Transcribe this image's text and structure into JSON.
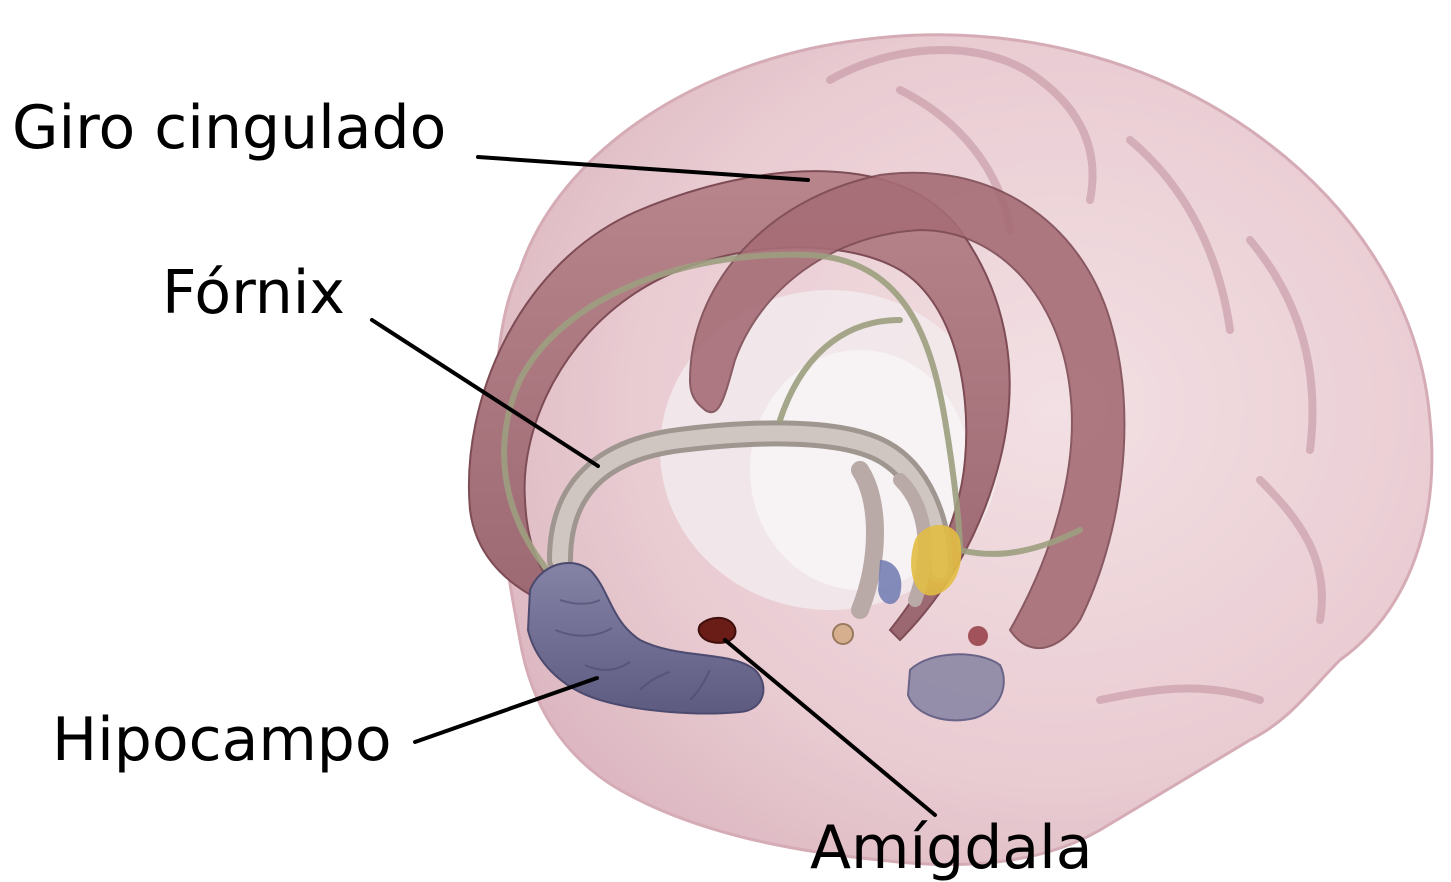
{
  "labels": {
    "cingulate": "Giro cingulado",
    "fornix": "Fórnix",
    "hippocampus": "Hipocampo",
    "amygdala": "Amígdala"
  },
  "colors": {
    "brain": "#e9cdd3",
    "brain_edge": "#cf9fab",
    "cingulate": "#b07980",
    "cingulate_dark": "#8f5a62",
    "fornix": "#bdb3ad",
    "hippocampus": "#6f6d92",
    "amygdala": "#6a1c16",
    "thalamus_highlight": "#e4c04a"
  }
}
